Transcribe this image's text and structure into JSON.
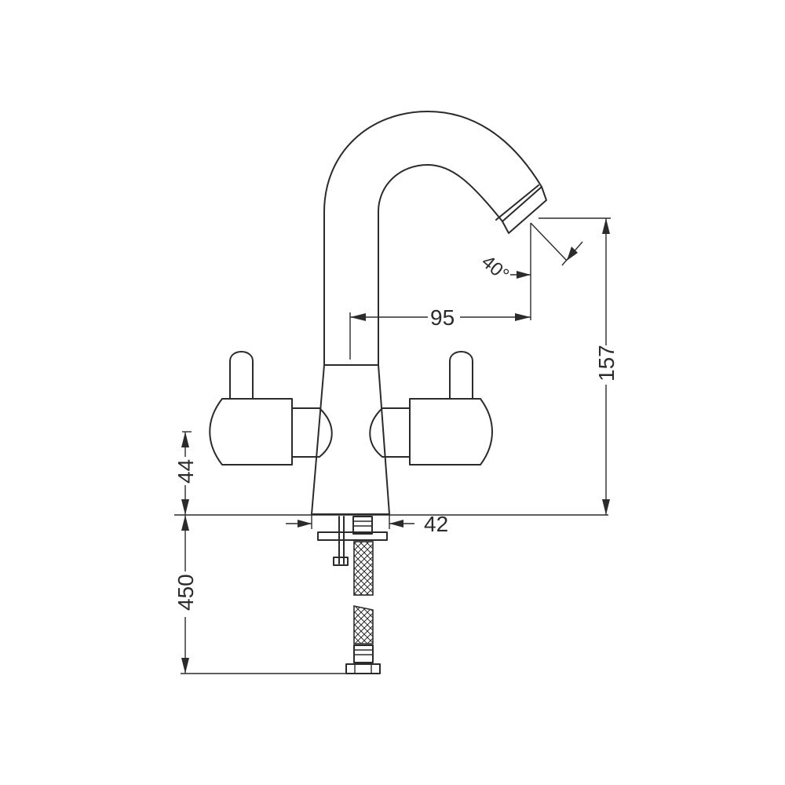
{
  "dimensions": {
    "spout_reach": "95",
    "total_height": "157",
    "handle_height": "44",
    "body_width": "42",
    "hose_length": "450",
    "spout_angle": "40°"
  },
  "colors": {
    "line": "#2b2b2b",
    "background": "#ffffff"
  }
}
